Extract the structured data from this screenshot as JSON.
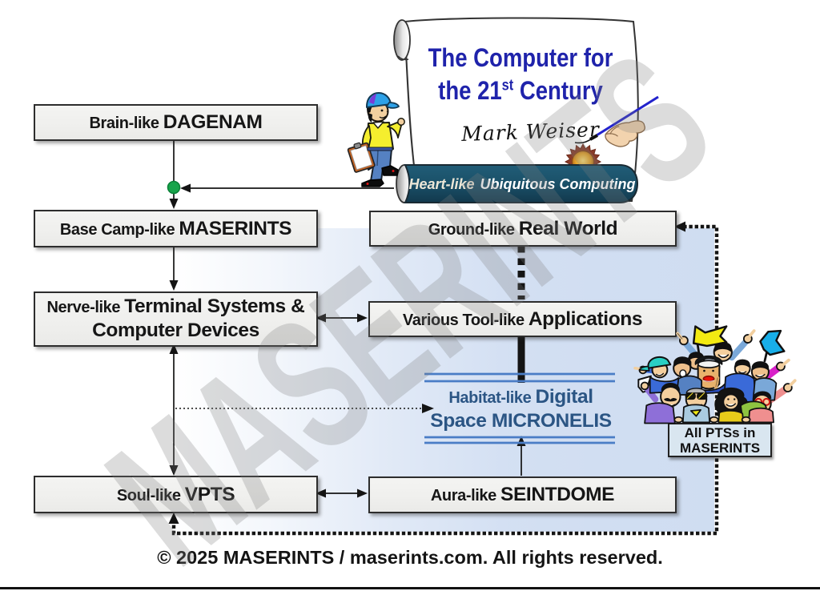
{
  "scroll": {
    "title_line1": "The Computer for",
    "title_line2_pre": "the 21",
    "title_line2_sup": "st",
    "title_line2_post": " Century",
    "signature": "Mark Weiser",
    "banner_small": "Heart-like",
    "banner_large": "Ubiquitous Computing"
  },
  "boxes": {
    "dagenam": {
      "small": "Brain-like ",
      "large": "DAGENAM"
    },
    "maserints": {
      "small": "Base Camp-like ",
      "large": "MASERINTS"
    },
    "nerve": {
      "small": "Nerve-like ",
      "large1": "Terminal Systems &",
      "large2": "Computer Devices"
    },
    "vpts": {
      "small": "Soul-like ",
      "large": "VPTS"
    },
    "realworld": {
      "small": "Ground-like ",
      "large": "Real World"
    },
    "applications": {
      "small": "Various Tool-like ",
      "large": "Applications"
    },
    "seintdome": {
      "small": "Aura-like ",
      "large": "SEINTDOME"
    },
    "micronelis": {
      "small": "Habitat-like ",
      "large1": "Digital",
      "large2": "Space MICRONELIS"
    }
  },
  "sign": {
    "line1": "All PTSs in",
    "line2": "MASERINTS"
  },
  "watermark": "MASERINTS",
  "footer": {
    "copyright": "© 2025 MASERINTS / maserints.com. All rights reserved."
  },
  "icons": {
    "green-dot": "junction node",
    "gold-seal": "starburst seal",
    "surveyor-cartoon": "man with cap holding clipboard",
    "crowd-cartoon": "cheering crowd of people with flags",
    "scroll-cartoon": "parchment scroll"
  },
  "colors": {
    "title_blue": "#1f23ab",
    "banner_teal": "#1a5068",
    "micronelis_blue": "#2b5584",
    "double_line_blue": "#4a7dc6",
    "panel_blue": "#d1def2",
    "green_dot": "#17a44b",
    "box_fill": "#f0f0ee",
    "watermark_gray": "#dcdcdc"
  }
}
